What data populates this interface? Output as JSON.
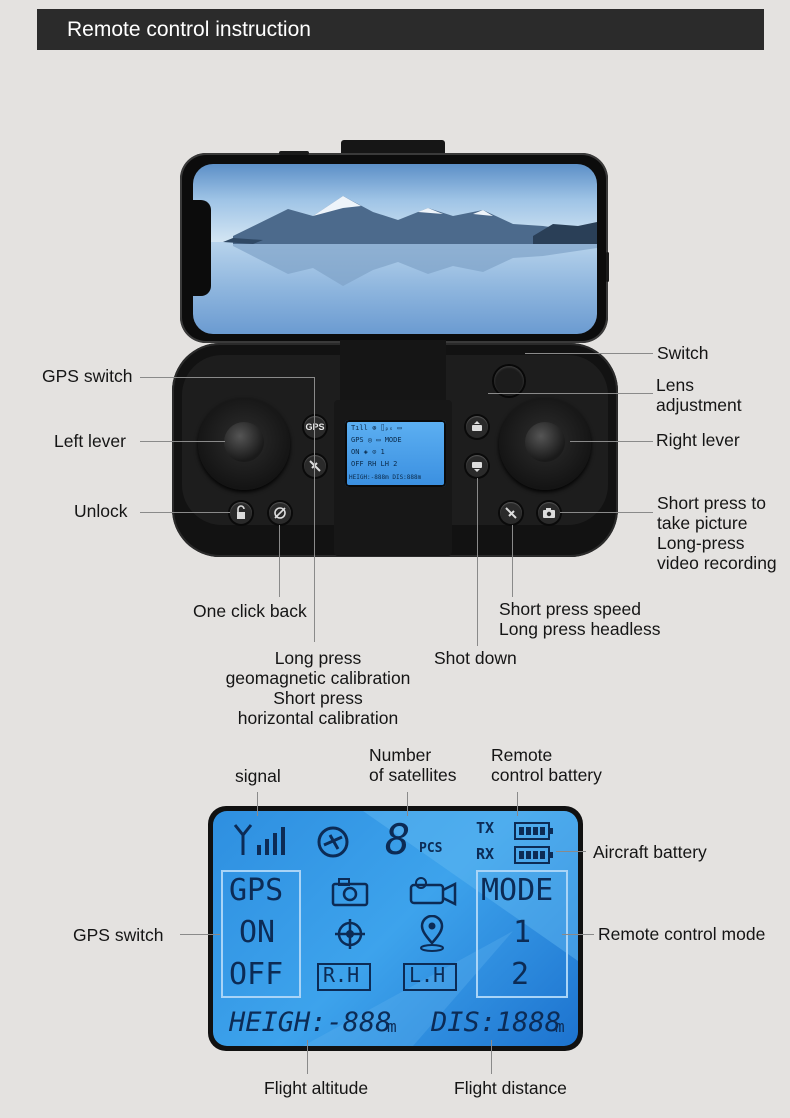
{
  "header": {
    "title": "Remote control instruction"
  },
  "controller_labels": {
    "gps_switch": "GPS switch",
    "left_lever": "Left lever",
    "unlock": "Unlock",
    "one_click_back": "One click back",
    "calibration": "Long press\ngeomagnetic calibration\nShort press\nhorizontal calibration",
    "shot_down": "Shot down",
    "speed_headless": "Short press speed\nLong press headless",
    "switch": "Switch",
    "lens_adjustment": "Lens\nadjustment",
    "right_lever": "Right lever",
    "photo_video": "Short press to\ntake picture\nLong-press\nvideo recording"
  },
  "controller_buttons": {
    "gps_button": "GPS"
  },
  "mini_lcd": {
    "row1": "Tıll  ⊛  ⌷ₚₛ  ▭",
    "row2": "GPS  ◎  ▭  MODE",
    "row3": "ON   ◈   ⊙   1",
    "row4": "OFF  RH  LH  2",
    "row5": "HEIGH:-888m DIS:888m"
  },
  "lcd_labels": {
    "signal": "signal",
    "satellites": "Number\nof satellites",
    "remote_battery": "Remote\ncontrol battery",
    "aircraft_battery": "Aircraft battery",
    "gps_switch": "GPS switch",
    "control_mode": "Remote control mode",
    "flight_altitude": "Flight altitude",
    "flight_distance": "Flight distance"
  },
  "lcd_display": {
    "sat_digit": "8",
    "sat_unit": "PCS",
    "tx": "TX",
    "rx": "RX",
    "gps": "GPS",
    "on": "ON",
    "off": "OFF",
    "mode": "MODE",
    "mode_1": "1",
    "mode_2": "2",
    "rh": "R.H",
    "lh": "L.H",
    "height": "HEIGH:-888",
    "height_unit": "m",
    "dis": "DIS:1888",
    "dis_unit": "m"
  },
  "colors": {
    "background": "#e4e2e0",
    "header_bg": "#2b2b2b",
    "lcd_blue": "#3da3ec",
    "segment": "#0c2b55"
  }
}
